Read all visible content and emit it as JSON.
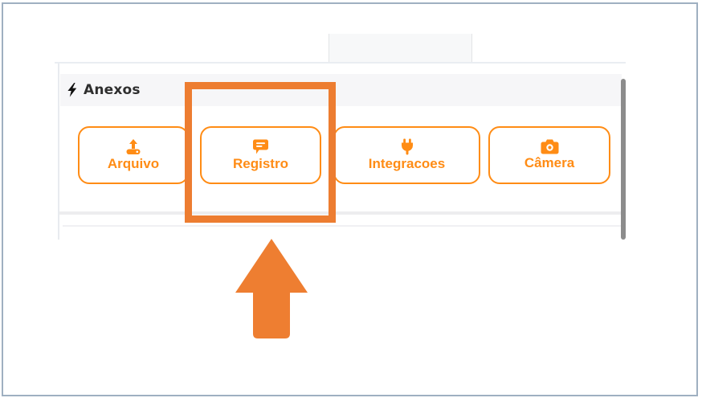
{
  "window": {
    "frame_border_color": "#9FB0C1"
  },
  "panel": {
    "title": "Anexos",
    "title_icon": "lightning-icon",
    "accent_color": "#FF8C15",
    "header_background": "#F6F6F8",
    "buttons": [
      {
        "label": "Arquivo",
        "icon": "upload-icon"
      },
      {
        "label": "Registro",
        "icon": "comment-icon"
      },
      {
        "label": "Integracoes",
        "icon": "plug-icon"
      },
      {
        "label": "Câmera",
        "icon": "camera-icon"
      }
    ]
  },
  "scrollbar": {
    "visible": true,
    "color": "#8C8C8C"
  },
  "annotations": {
    "highlight_rect": {
      "target_button": "Registro",
      "color": "#ED7D31"
    },
    "arrow": {
      "direction": "up",
      "points_at": "Registro",
      "color": "#EE7E31"
    }
  }
}
